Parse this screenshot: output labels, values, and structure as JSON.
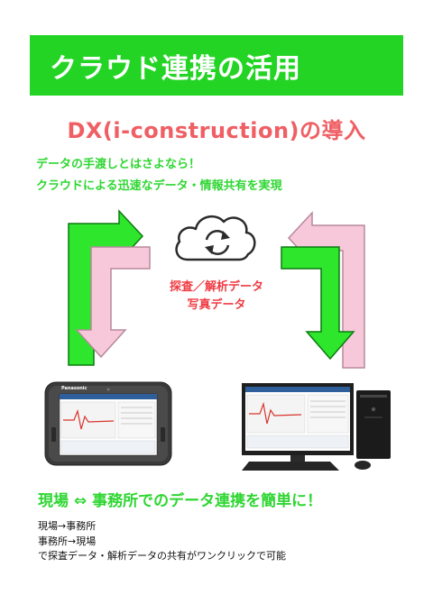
{
  "banner": {
    "title": "クラウド連携の活用"
  },
  "headline": "DX(i-construction)の導入",
  "lead": {
    "line1": "データの手渡しとはさよなら！",
    "line2": "クラウドによる迅速なデータ・情報共有を実現"
  },
  "center": {
    "label1": "探査／解析データ",
    "label2": "写真データ"
  },
  "tablet": {
    "brand": "Panasonic"
  },
  "tagline": "現場 ⇔ 事務所でのデータ連携を簡単に！",
  "description": {
    "line1": "現場→事務所",
    "line2": "事務所→現場",
    "line3": "で探査データ・解析データの共有がワンクリックで可能"
  },
  "colors": {
    "banner_green": "#23d425",
    "headline_red": "#ef5f64",
    "arrow_green": "#2ee62c",
    "arrow_pink": "#f7c8d9",
    "label_red": "#ef3b43"
  },
  "icons": [
    "cloud-sync-icon",
    "tablet-device",
    "desktop-pc-device"
  ]
}
